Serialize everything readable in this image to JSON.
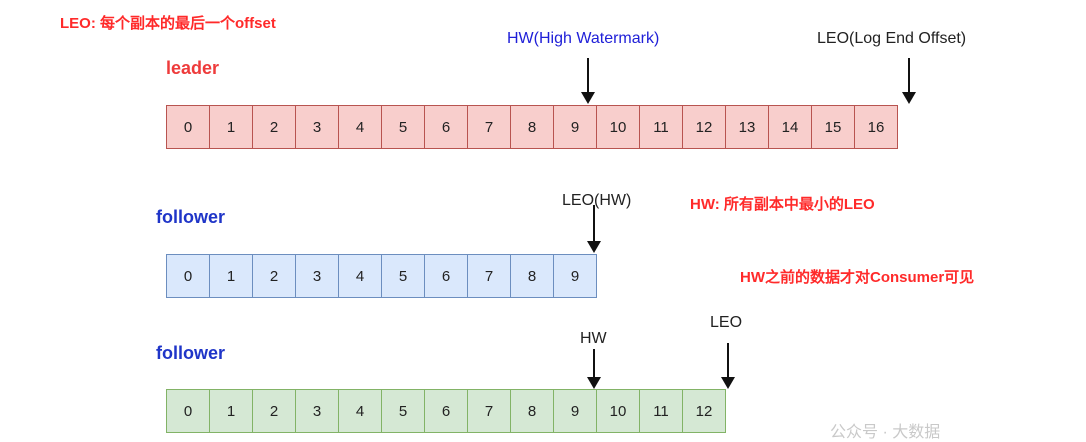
{
  "notes": {
    "leo_def": "LEO: 每个副本的最后一个offset",
    "hw_def": "HW: 所有副本中最小的LEO",
    "visibility": "HW之前的数据才对Consumer可见"
  },
  "rows": {
    "leader": {
      "label": "leader",
      "cells": [
        "0",
        "1",
        "2",
        "3",
        "4",
        "5",
        "6",
        "7",
        "8",
        "9",
        "10",
        "11",
        "12",
        "13",
        "14",
        "15",
        "16"
      ],
      "pointers": {
        "hw": "HW(High Watermark)",
        "leo": "LEO(Log End Offset)"
      }
    },
    "follower1": {
      "label": "follower",
      "cells": [
        "0",
        "1",
        "2",
        "3",
        "4",
        "5",
        "6",
        "7",
        "8",
        "9"
      ],
      "pointers": {
        "leo_hw": "LEO(HW)"
      }
    },
    "follower2": {
      "label": "follower",
      "cells": [
        "0",
        "1",
        "2",
        "3",
        "4",
        "5",
        "6",
        "7",
        "8",
        "9",
        "10",
        "11",
        "12"
      ],
      "pointers": {
        "hw": "HW",
        "leo": "LEO"
      }
    }
  },
  "watermark": "公众号 · 大数据",
  "colors": {
    "leader_fill": "#f8cecc",
    "follower1_fill": "#dae8fc",
    "follower2_fill": "#d5e8d4",
    "note": "#ff2a2a"
  }
}
